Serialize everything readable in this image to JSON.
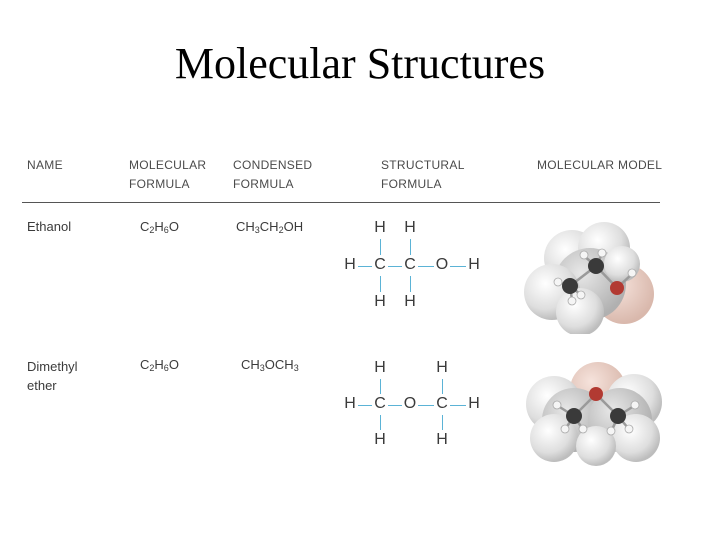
{
  "slide": {
    "title": "Molecular Structures"
  },
  "table": {
    "headers": {
      "name": "NAME",
      "molecular_formula": "MOLECULAR\nFORMULA",
      "condensed_formula": "CONDENSED\nFORMULA",
      "structural_formula": "STRUCTURAL\nFORMULA",
      "molecular_model": "MOLECULAR MODEL"
    },
    "rows": [
      {
        "name": "Ethanol",
        "molecular_formula": {
          "p1": "C",
          "s1": "2",
          "p2": "H",
          "s2": "6",
          "p3": "O"
        },
        "condensed_formula": {
          "p1": "CH",
          "s1": "3",
          "p2": "CH",
          "s2": "2",
          "p3": "OH"
        },
        "structural": {
          "atoms": [
            "H",
            "H",
            "H",
            "C",
            "C",
            "O",
            "H",
            "H",
            "H"
          ]
        }
      },
      {
        "name": "Dimethyl\nether",
        "molecular_formula": {
          "p1": "C",
          "s1": "2",
          "p2": "H",
          "s2": "6",
          "p3": "O"
        },
        "condensed_formula": {
          "p1": "CH",
          "s1": "3",
          "p2": "OCH",
          "s2": "3"
        },
        "structural": {
          "atoms": [
            "H",
            "H",
            "H",
            "C",
            "O",
            "C",
            "H",
            "H",
            "H"
          ]
        }
      }
    ]
  },
  "colors": {
    "bond": "#5bb3d6",
    "oxygen": "#b23a32",
    "carbon": "#3a3a3a",
    "hydrogen": "#f2f2f2"
  }
}
